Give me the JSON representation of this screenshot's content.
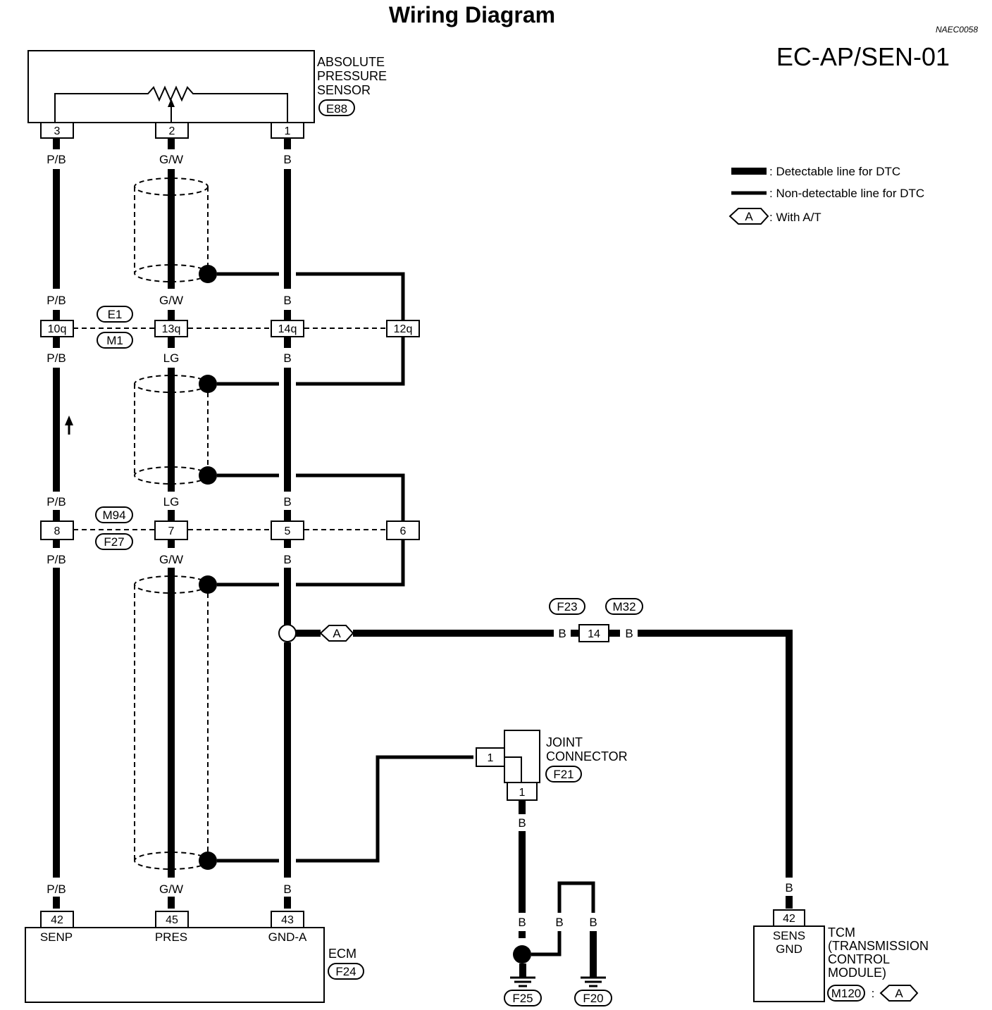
{
  "header": {
    "title": "Wiring Diagram",
    "ref_code": "NAEC0058",
    "diagram_code": "EC-AP/SEN-01"
  },
  "legend": {
    "detectable": ": Detectable line for DTC",
    "non_detectable": ": Non-detectable line for DTC",
    "with_at_symbol": "A",
    "with_at": ": With A/T"
  },
  "components": {
    "sensor": {
      "name_line1": "ABSOLUTE",
      "name_line2": "PRESSURE",
      "name_line3": "SENSOR",
      "connector": "E88",
      "pins": [
        "3",
        "2",
        "1"
      ]
    },
    "ecm": {
      "name": "ECM",
      "connector": "F24",
      "pins": [
        "42",
        "45",
        "43"
      ],
      "terminals": [
        "SENP",
        "PRES",
        "GND-A"
      ]
    },
    "joint_connector": {
      "name_line1": "JOINT",
      "name_line2": "CONNECTOR",
      "connector": "F21",
      "pin_left": "1",
      "pin_bottom": "1"
    },
    "tcm": {
      "name_line1": "TCM",
      "name_line2": "(TRANSMISSION",
      "name_line3": "CONTROL",
      "name_line4": "MODULE)",
      "connector": "M120",
      "colon": ":",
      "option_symbol": "A",
      "pin": "42",
      "terminal_line1": "SENS",
      "terminal_line2": "GND"
    }
  },
  "connectors": {
    "upper": {
      "tag_top": "E1",
      "tag_bottom": "M1",
      "pins": [
        "10q",
        "13q",
        "14q",
        "12q"
      ]
    },
    "lower": {
      "tag_top": "M94",
      "tag_bottom": "F27",
      "pins": [
        "8",
        "7",
        "5",
        "6"
      ]
    },
    "inline": {
      "tag_left": "F23",
      "tag_right": "M32",
      "pin": "14"
    }
  },
  "wires": {
    "col1": [
      "P/B",
      "P/B",
      "P/B",
      "P/B",
      "P/B",
      "P/B"
    ],
    "col2": [
      "G/W",
      "G/W",
      "LG",
      "LG",
      "G/W",
      "G/W"
    ],
    "col3": [
      "B",
      "B",
      "B",
      "B",
      "B",
      "B"
    ],
    "inline_left": "B",
    "inline_right": "B",
    "option_symbol": "A",
    "tcm_wire": "B",
    "joint_wire": "B",
    "ground_wire_1": "B",
    "ground_wire_2": "B",
    "ground_wire_3": "B"
  },
  "grounds": [
    "F25",
    "F20"
  ]
}
